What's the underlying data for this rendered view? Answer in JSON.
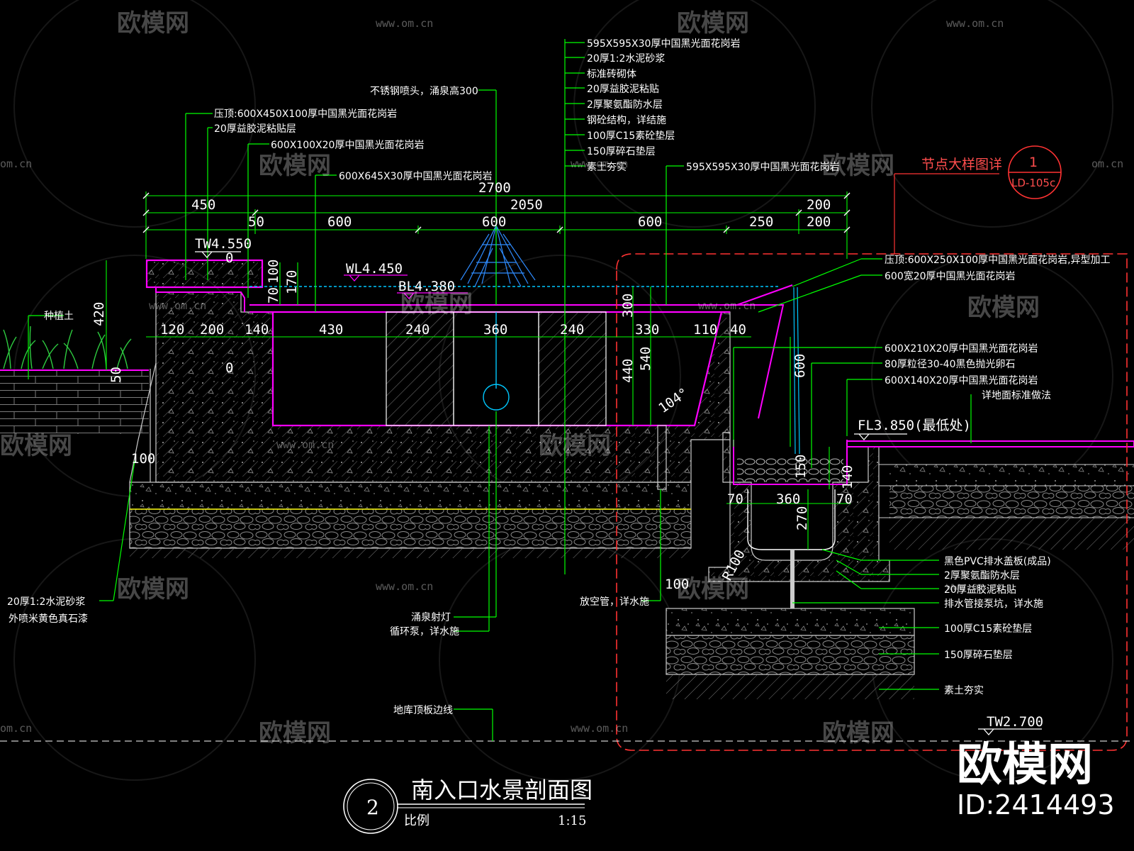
{
  "colors": {
    "background": "#000000",
    "leader": "#00ff00",
    "magenta": "#ff00ff",
    "cyan": "#00c8ff",
    "red": "#ff3333",
    "yellow": "#f0f000",
    "text": "#ffffff",
    "hatch": "#8a8a8a"
  },
  "watermark": {
    "logo_text": "欧模网",
    "url_text": "www.om.cn",
    "url_short": "om.cn",
    "big_logo": "欧模网",
    "id_text": "ID:2414493"
  },
  "title": {
    "number": "2",
    "name": "南入口水景剖面图",
    "scale_label": "比例",
    "scale_value": "1:15"
  },
  "levels": {
    "tw_top": "TW4.550",
    "wl": "WL4.450",
    "bl": "BL4.380",
    "fl": "FL3.850(最低处)",
    "tw_bottom": "TW2.700"
  },
  "detail_ref": {
    "label": "节点大样图详",
    "number": "1",
    "sheet": "LD-105c"
  },
  "dimensions": {
    "overall": "2700",
    "row1": [
      "450",
      "2050",
      "200"
    ],
    "row2": [
      "50",
      "600",
      "600",
      "600",
      "250",
      "200"
    ],
    "basin": [
      "120",
      "200",
      "140",
      "430",
      "240",
      "360",
      "240",
      "330",
      "110",
      "40"
    ],
    "vertical": [
      "420",
      "50",
      "70",
      "100",
      "170",
      "300",
      "440",
      "540",
      "600",
      "150",
      "140",
      "270",
      "100"
    ],
    "drain": [
      "70",
      "360",
      "70"
    ],
    "radius": "R100",
    "angle": "104°",
    "zero_marks": [
      "0",
      "0"
    ]
  },
  "notes_center": [
    "595X595X30厚中国黑光面花岗岩",
    "20厚1:2水泥砂浆",
    "标准砖砌体",
    "20厚益胶泥粘贴",
    "2厚聚氨酯防水层",
    "钢砼结构，详结施",
    "100厚C15素砼垫层",
    "150厚碎石垫层",
    "素土夯实"
  ],
  "notes_top_left": [
    "压顶:600X450X100厚中国黑光面花岗岩",
    "20厚益胶泥粘贴层",
    "600X100X20厚中国黑光面花岗岩",
    "600X645X30厚中国黑光面花岗岩"
  ],
  "note_nozzle": "不锈钢喷头，涌泉高300",
  "note_top_right": "595X595X30厚中国黑光面花岗岩",
  "notes_right_top": [
    "压顶:600X250X100厚中国黑光面花岗岩,异型加工",
    "600宽20厚中国黑光面花岗岩"
  ],
  "notes_right_mid": [
    "600X210X20厚中国黑光面花岗岩",
    "80厚粒径30-40黑色抛光卵石",
    "600X140X20厚中国黑光面花岗岩",
    "详地面标准做法"
  ],
  "notes_right_bottom": [
    "黑色PVC排水盖板(成品)",
    "2厚聚氨酯防水层",
    "20厚益胶泥粘贴",
    "排水管接泵坑，详水施",
    "100厚C15素砼垫层",
    "150厚碎石垫层",
    "素土夯实"
  ],
  "notes_left": {
    "soil": "种植土",
    "mortar": "20厚1:2水泥砂浆",
    "paint": "外喷米黄色真石漆"
  },
  "notes_bottom": {
    "light": "涌泉射灯",
    "pump": "循环泵，详水施",
    "vent": "放空管，详水施",
    "slab": "地库顶板边线"
  }
}
